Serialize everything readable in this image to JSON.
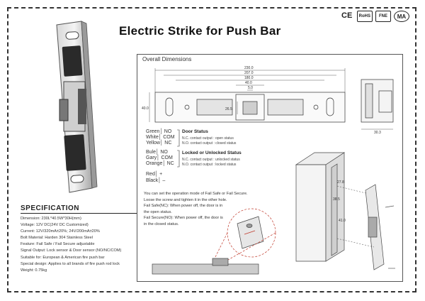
{
  "title": "Electric Strike for Push Bar",
  "cert_marks": [
    "CE",
    "RoHS",
    "FNE",
    "MA"
  ],
  "overall_dimensions": {
    "heading": "Overall Dimensions",
    "widths": [
      "230.0",
      "207.0",
      "180.0",
      "40.0",
      "5.0"
    ],
    "height_left": "40.0",
    "height_mid": "26.5",
    "side_depth": "30.3",
    "iso_dims": [
      "27.8",
      "38.5",
      "41.0"
    ]
  },
  "door_status": {
    "title": "Door Status",
    "wires": [
      "Green│ NO",
      "White│ COM",
      "Yellow│ NC"
    ],
    "lines": [
      "N.C. contact output : open status",
      "N.O. contact output : closed status"
    ]
  },
  "lock_status": {
    "title": "Locked or Unlocked Status",
    "wires": [
      "Bule│ NO",
      "Gary│ COM",
      "Orange│ NC"
    ],
    "lines": [
      "N.C. contact output : unlocked status",
      "N.O. contact output : locked status"
    ]
  },
  "power_wires": [
    "Red│ +",
    "Black│ –"
  ],
  "mode_text": [
    "You can set the operation mode of Fail Safe or Fail Secure.",
    "Loose the screw and tighten it in the other hole.",
    "Fail Safe(NC): When power off, the door is in",
    "the open status.",
    "Fail Secure(NO): When power off, the door is",
    "in the closed status."
  ],
  "specification": {
    "heading": "SPECIFICATION",
    "lines": [
      "Dimension: 230L*40.5W*30H(mm)",
      "Voltage: 12V DC(24V DC Customized)",
      "Current: 12V/320mA±20%; 24V/200mA±20%",
      "Bolt Material: Harden 304 Stainless Steel",
      "Feature: Fail Safe / Fail Secure adjustable",
      "Signal Output: Lock sensor & Door sensor (NO/NC/COM)",
      "Suitable for: European & American fire  push bar",
      "Special design: Applies to all brands of fire  push rod lock",
      "Weight: 0.75kg"
    ]
  }
}
